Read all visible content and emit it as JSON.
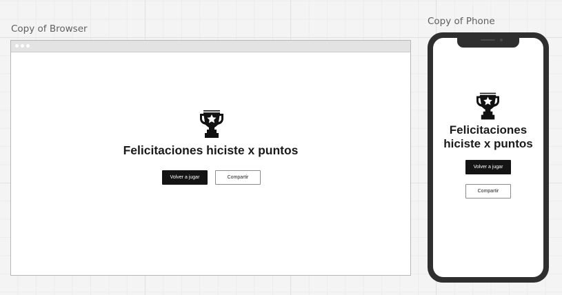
{
  "canvas": {
    "browser_frame_label": "Copy of Browser",
    "phone_frame_label": "Copy of Phone"
  },
  "browser": {
    "icons": [
      "window-dots-icon",
      "trophy-icon"
    ],
    "title_line1": "Felicitaciones hiciste x puntos",
    "play_again_label": "Volver a jugar",
    "share_label": "Compartir"
  },
  "phone": {
    "icons": [
      "trophy-icon"
    ],
    "title_line1": "Felicitaciones",
    "title_line2": "hiciste x puntos",
    "play_again_label": "Volver a jugar",
    "share_label": "Compartir"
  },
  "colors": {
    "canvas_background": "#f4f4f4",
    "primary_button": "#141414",
    "phone_body": "#2f2f2f"
  }
}
